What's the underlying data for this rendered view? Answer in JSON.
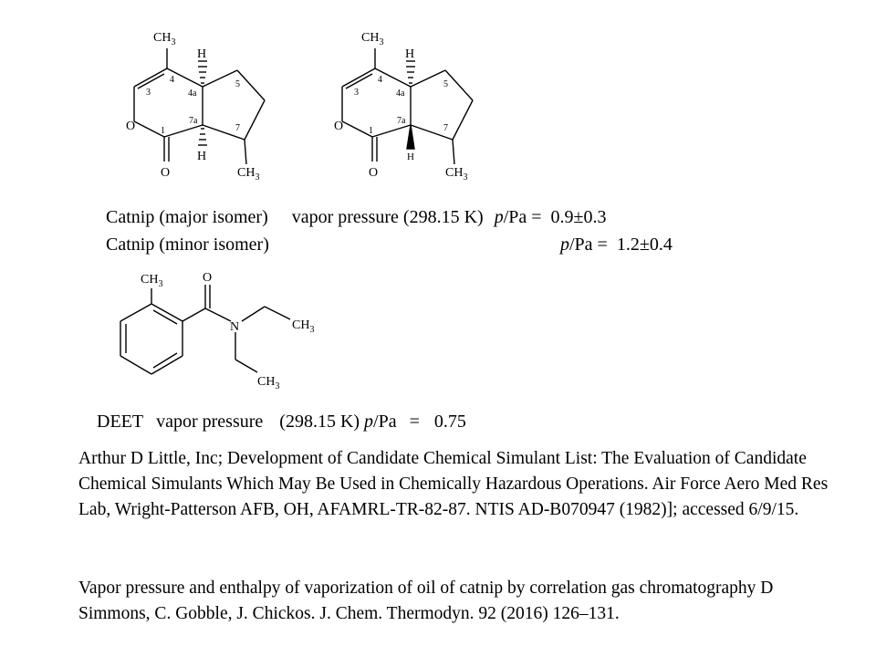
{
  "catnip_structure": {
    "ch3_top": "CH3",
    "h_top": "H",
    "h_bottom": "H",
    "o_ring": "O",
    "o_carbonyl": "O",
    "ch3_bottom": "CH3",
    "numbers": [
      "4",
      "3",
      "4a",
      "5",
      "7a",
      "1",
      "7"
    ]
  },
  "deet_structure": {
    "ch3": "CH3",
    "o": "O",
    "n": "N",
    "ch3_right": "CH3",
    "ch3_bottom": "CH3"
  },
  "catnip_major": {
    "name": "Catnip (major isomer)",
    "vp_label": "vapor pressure (298.15 K)",
    "p_symbol": "p",
    "unit": "/Pa =",
    "value": "0.9±0.3"
  },
  "catnip_minor": {
    "name": "Catnip (minor isomer)",
    "p_symbol": "p",
    "unit": "/Pa =",
    "value": "1.2±0.4"
  },
  "deet": {
    "name": "DEET",
    "vp_label": "vapor pressure",
    "temp": "(298.15 K)",
    "p_symbol": "p",
    "unit": "/Pa",
    "equals": "=",
    "value": "0.75"
  },
  "references": [
    "Arthur D Little, Inc; Development of Candidate Chemical Simulant List: The Evaluation of Candidate Chemical Simulants Which May Be Used in Chemically Hazardous Operations. Air Force Aero Med Res Lab, Wright-Patterson AFB, OH, AFAMRL-TR-82-87.  NTIS AD-B070947 (1982)]; accessed 6/9/15.",
    "Vapor pressure and enthalpy of vaporization of oil of catnip by correlation gas chromatography D Simmons, C. Gobble, J. Chickos. J. Chem. Thermodyn. 92 (2016) 126–131."
  ]
}
